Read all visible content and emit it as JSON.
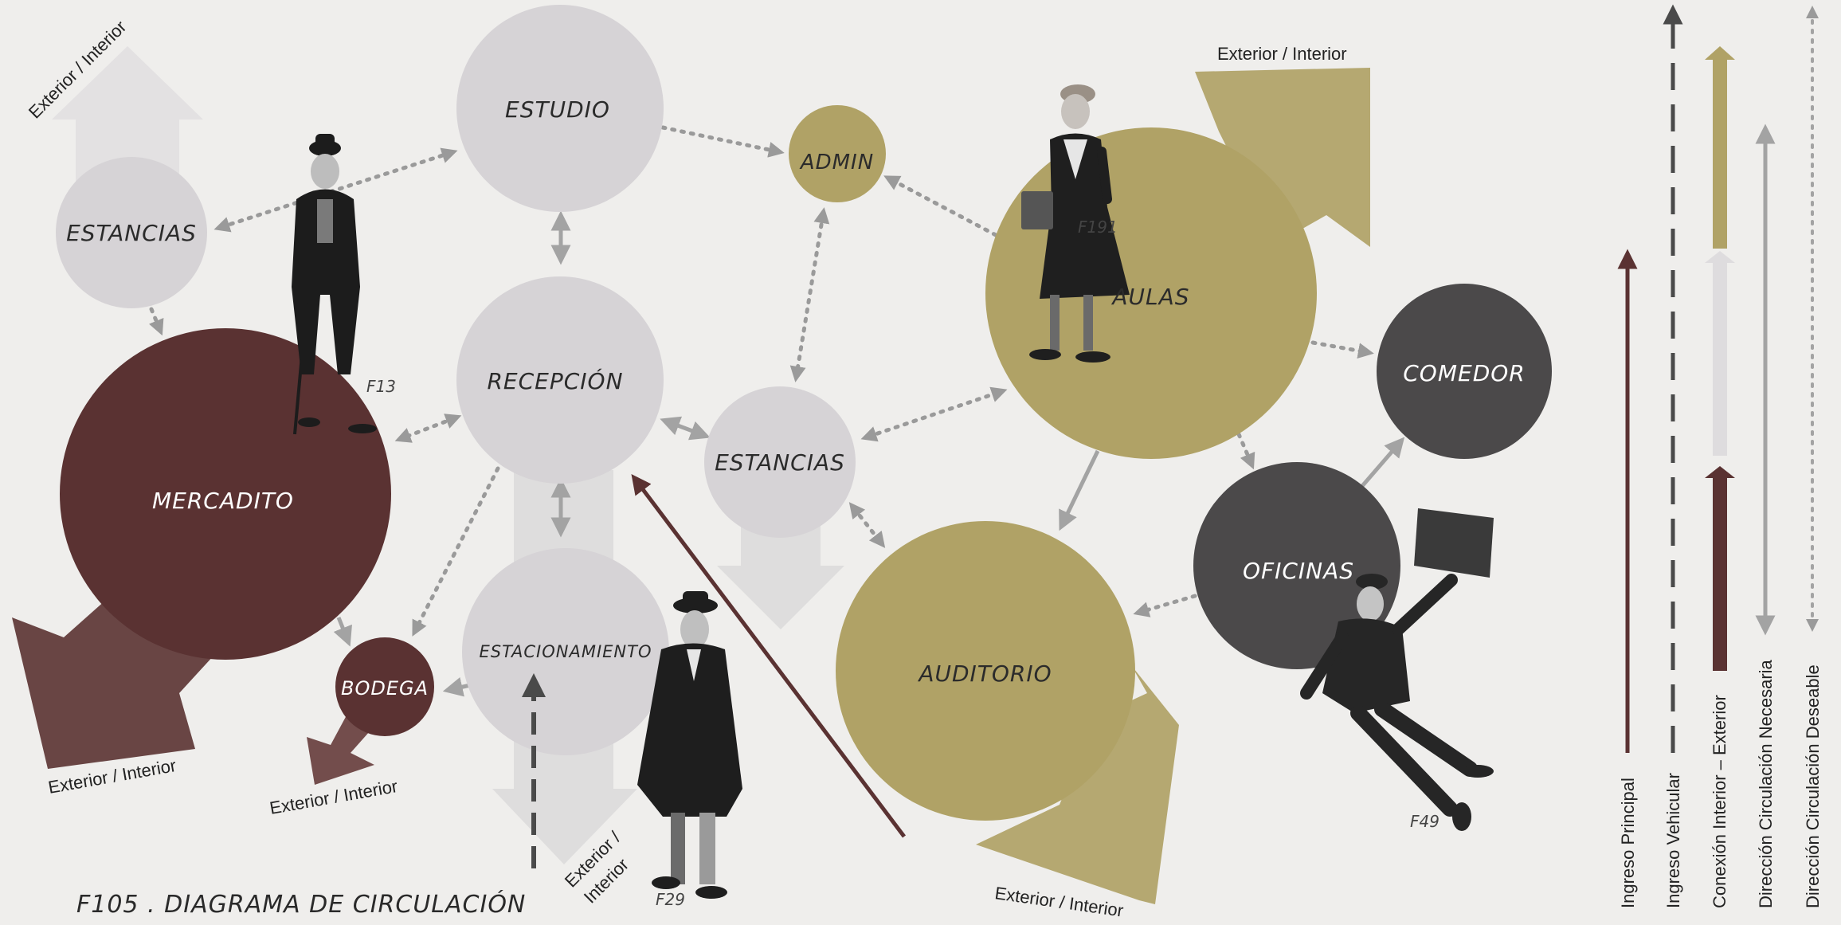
{
  "caption": "F105 . DIAGRAMA DE CIRCULACIÓN",
  "colors": {
    "background": "#efeeec",
    "light_gray": "#d6d3d6",
    "maroon": "#5a3232",
    "olive": "#b0a266",
    "dark_gray": "#4b494a",
    "dotted": "#9a9a9a"
  },
  "nodes": {
    "estancias_left": "ESTANCIAS",
    "estudio": "ESTUDIO",
    "admin": "ADMIN",
    "recepcion": "RECEPCIÓN",
    "estancias_center": "ESTANCIAS",
    "estacionamiento": "ESTACIONAMIENTO",
    "mercadito": "MERCADITO",
    "bodega": "BODEGA",
    "aulas": "AULAS",
    "comedor": "COMEDOR",
    "oficinas": "OFICINAS",
    "auditorio": "AUDITORIO"
  },
  "exit_labels": {
    "top_left": "Exterior / Interior",
    "top_right": "Exterior / Interior",
    "mercadito": "Exterior / Interior",
    "bodega": "Exterior / Interior",
    "estacionamiento_1": "Exterior /",
    "estacionamiento_2": "Interior",
    "auditorio": "Exterior / Interior"
  },
  "figures": {
    "f13": "F13",
    "f191": "F191",
    "f29": "F29",
    "f49": "F49"
  },
  "legend": [
    {
      "label": "Ingreso Principal",
      "style": "maroon-solid"
    },
    {
      "label": "Ingreso Vehicular",
      "style": "dark-dashed"
    },
    {
      "label": "Conexión Interior – Exterior",
      "style": "tri-block"
    },
    {
      "label": "Dirección Circulación Necesaria",
      "style": "gray-solid"
    },
    {
      "label": "Dirección Circulación Deseable",
      "style": "gray-dotted"
    }
  ]
}
